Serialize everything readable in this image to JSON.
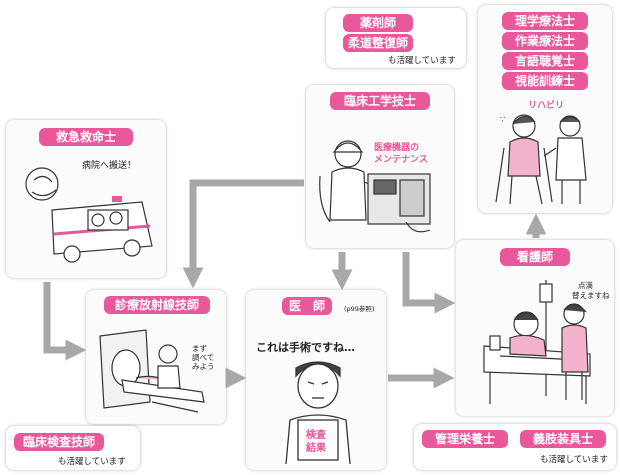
{
  "colors": {
    "accent": "#e8589a",
    "arrow": "#a8a8a8"
  },
  "support": {
    "pharm": {
      "items": [
        "薬剤師",
        "柔道整復師"
      ],
      "note": "も活躍しています"
    },
    "rehab": {
      "items": [
        "理学療法士",
        "作業療法士",
        "言語聴覚士",
        "視能訓練士"
      ],
      "caption": "リハビリ"
    },
    "clinical_engineer": {
      "title": "臨床工学技士",
      "caption_1": "医療機器の",
      "caption_2": "メンテナンス"
    },
    "paramedic": {
      "title": "救急救命士",
      "speech": "病院へ搬送！"
    },
    "radiology": {
      "title": "診療放射線技師",
      "speech_1": "まず",
      "speech_2": "調べて",
      "speech_3": "みよう"
    },
    "doctor": {
      "title": "医　師",
      "ref": "(p99参照)",
      "speech": "これは手術ですね…",
      "sign_1": "検査",
      "sign_2": "結果"
    },
    "nurse": {
      "title": "看護師",
      "speech_1": "点滴",
      "speech_2": "替えますね"
    },
    "lab": {
      "title": "臨床検査技師",
      "note": "も活躍しています"
    },
    "nutrition": {
      "items": [
        "管理栄養士",
        "義肢装具士"
      ],
      "note": "も活躍しています"
    }
  }
}
